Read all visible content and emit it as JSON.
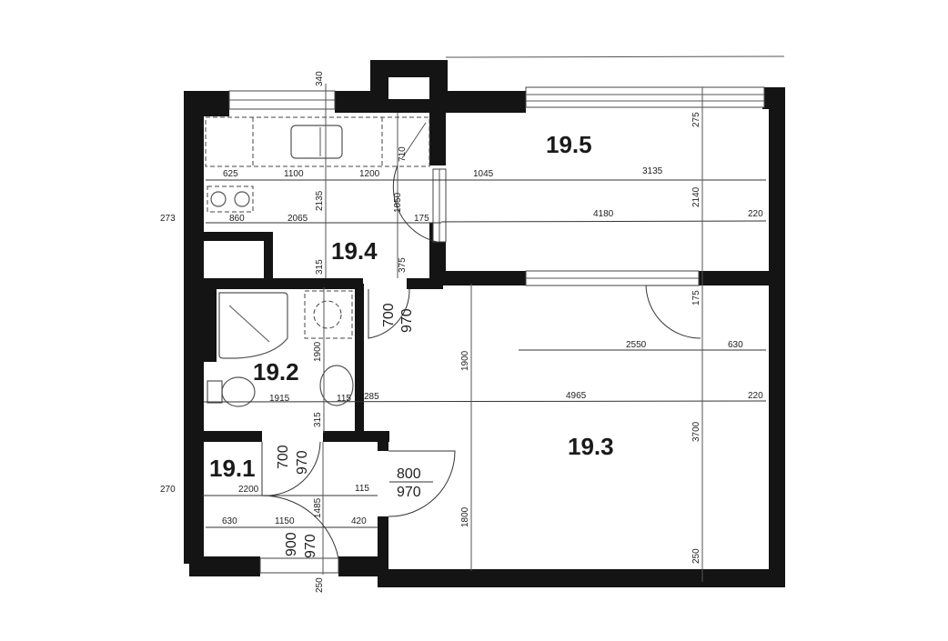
{
  "rooms": [
    {
      "id": "19.1",
      "label": "19.1"
    },
    {
      "id": "19.2",
      "label": "19.2"
    },
    {
      "id": "19.3",
      "label": "19.3"
    },
    {
      "id": "19.4",
      "label": "19.4"
    },
    {
      "id": "19.5",
      "label": "19.5"
    }
  ],
  "dimensions": {
    "top_340": "340",
    "k_625": "625",
    "k_1100": "1100",
    "k_1200": "1200",
    "k_710": "710",
    "k_860": "860",
    "k_2065": "2065",
    "k_2135": "2135",
    "k_1050": "1050",
    "k_175a": "175",
    "k_273": "273",
    "k_315a": "315",
    "k_375": "375",
    "b5_1045": "1045",
    "b5_3135": "3135",
    "b5_4180": "4180",
    "b5_220": "220",
    "b5_275": "275",
    "b5_2140": "2140",
    "l_175b": "175",
    "l_2550": "2550",
    "l_630": "630",
    "l_4965": "4965",
    "l_220": "220",
    "l_1900": "1900",
    "l_3700": "3700",
    "l_1800": "1800",
    "l_250": "250",
    "ba_1900": "1900",
    "ba_1915": "1915",
    "ba_115": "115",
    "ba_285": "285",
    "ba_315": "315",
    "h_270": "270",
    "h_2200": "2200",
    "h_115": "115",
    "h_1485": "1485",
    "h_630": "630",
    "h_1150": "1150",
    "h_420": "420",
    "h_250": "250"
  },
  "doors": {
    "kitchen_w": "700",
    "kitchen_h": "970",
    "bath_w": "700",
    "bath_h": "970",
    "living_w": "800",
    "living_h": "970",
    "entry_w": "900",
    "entry_h": "970"
  }
}
